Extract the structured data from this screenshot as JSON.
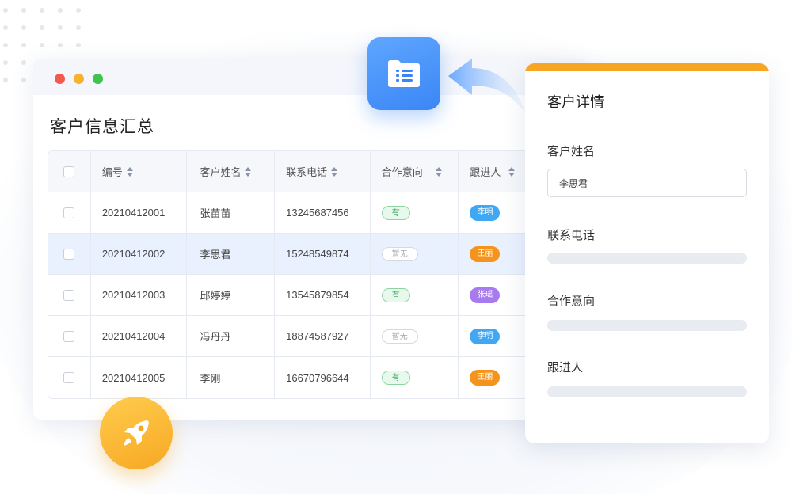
{
  "window": {
    "title": "客户信息汇总"
  },
  "table": {
    "columns": [
      "编号",
      "客户姓名",
      "联系电话",
      "合作意向",
      "跟进人"
    ],
    "rows": [
      {
        "id": "20210412001",
        "name": "张苗苗",
        "phone": "13245687456",
        "intent": "有",
        "intent_type": "yes",
        "follower": "李明",
        "follower_color": "#3fa7f3",
        "selected": false
      },
      {
        "id": "20210412002",
        "name": "李思君",
        "phone": "15248549874",
        "intent": "暂无",
        "intent_type": "none",
        "follower": "王丽",
        "follower_color": "#f5941c",
        "selected": true
      },
      {
        "id": "20210412003",
        "name": "邱婷婷",
        "phone": "13545879854",
        "intent": "有",
        "intent_type": "yes",
        "follower": "张瑶",
        "follower_color": "#a77af0",
        "selected": false
      },
      {
        "id": "20210412004",
        "name": "冯丹丹",
        "phone": "18874587927",
        "intent": "暂无",
        "intent_type": "none",
        "follower": "李明",
        "follower_color": "#3fa7f3",
        "selected": false
      },
      {
        "id": "20210412005",
        "name": "李刚",
        "phone": "16670796644",
        "intent": "有",
        "intent_type": "yes",
        "follower": "王丽",
        "follower_color": "#f5941c",
        "selected": false
      }
    ]
  },
  "panel": {
    "title": "客户详情",
    "name_label": "客户姓名",
    "name_value": "李思君",
    "phone_label": "联系电话",
    "intent_label": "合作意向",
    "follower_label": "跟进人"
  },
  "icons": {
    "folder": "folder-list-icon",
    "rocket": "rocket-icon",
    "arrow": "curved-arrow-icon"
  },
  "colors": {
    "accent_blue": "#3a86f5",
    "accent_orange": "#f6a623"
  }
}
